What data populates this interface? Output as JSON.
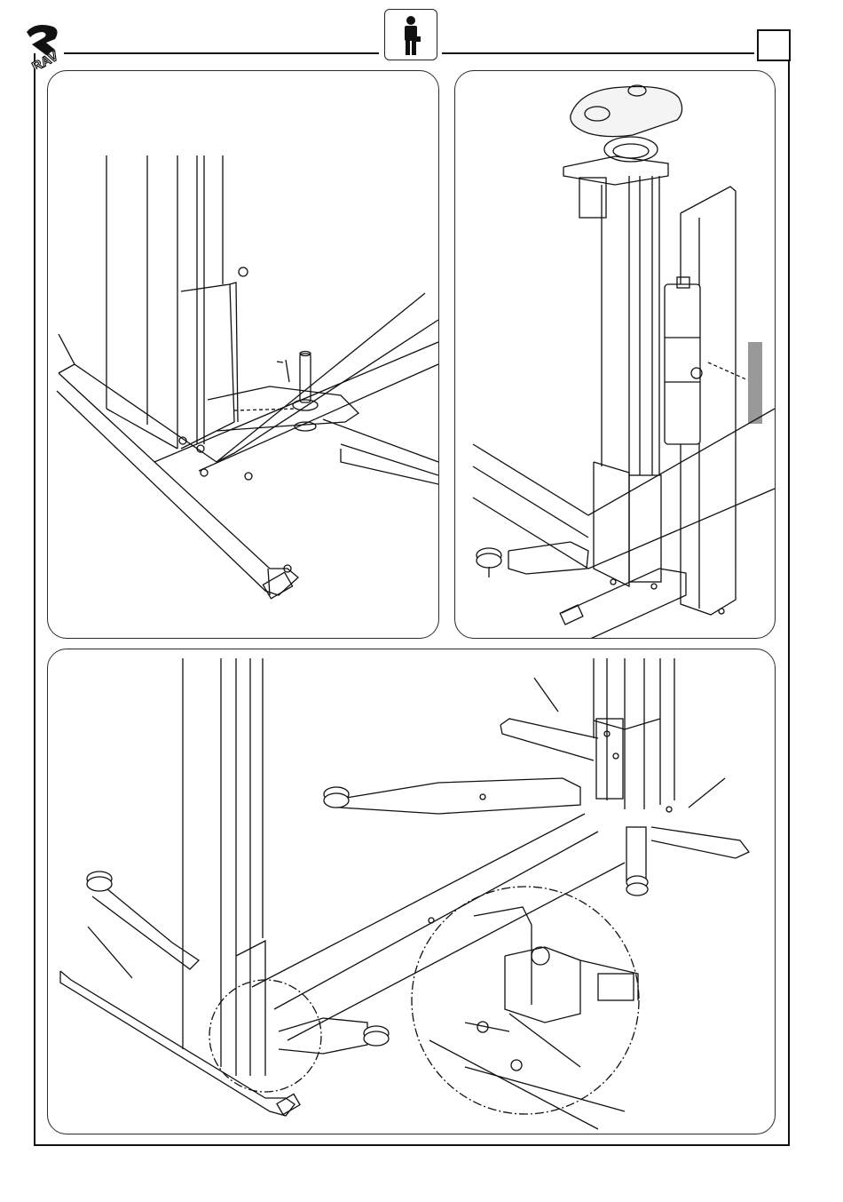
{
  "header": {
    "logo_text": "RAV",
    "pictogram_icon": "single-operator-person-icon"
  },
  "panels": [
    {
      "id": "panel-top-left",
      "icon": "lift-column-base-arm-pin-illustration"
    },
    {
      "id": "panel-top-right",
      "icon": "lift-column-exploded-motor-cover-illustration"
    },
    {
      "id": "panel-bottom",
      "icon": "lift-arms-assembly-detail-illustration"
    }
  ]
}
